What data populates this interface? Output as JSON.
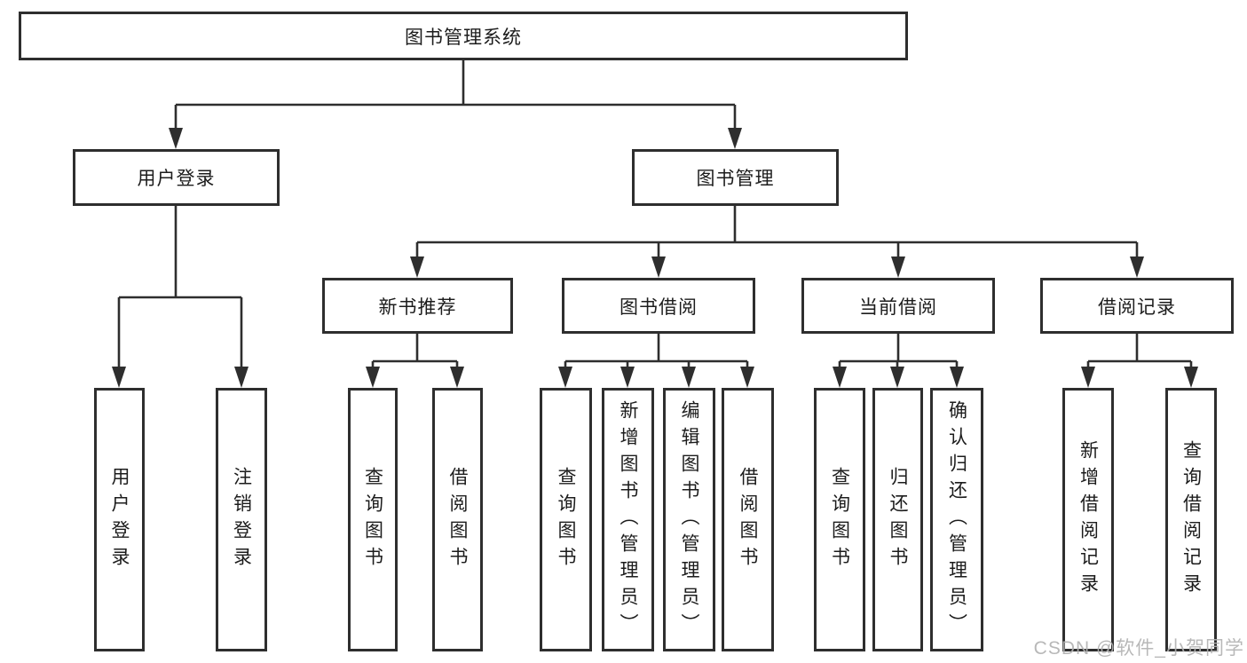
{
  "tree": {
    "root": {
      "label": "图书管理系统",
      "children": [
        {
          "label": "用户登录",
          "children": [
            {
              "label": "用户登录"
            },
            {
              "label": "注销登录"
            }
          ]
        },
        {
          "label": "图书管理",
          "children": [
            {
              "label": "新书推荐",
              "children": [
                {
                  "label": "查询图书"
                },
                {
                  "label": "借阅图书"
                }
              ]
            },
            {
              "label": "图书借阅",
              "children": [
                {
                  "label": "查询图书"
                },
                {
                  "label": "新增图书（管理员）"
                },
                {
                  "label": "编辑图书（管理员）"
                },
                {
                  "label": "借阅图书"
                }
              ]
            },
            {
              "label": "当前借阅",
              "children": [
                {
                  "label": "查询图书"
                },
                {
                  "label": "归还图书"
                },
                {
                  "label": "确认归还（管理员）"
                }
              ]
            },
            {
              "label": "借阅记录",
              "children": [
                {
                  "label": "新增借阅记录"
                },
                {
                  "label": "查询借阅记录"
                }
              ]
            }
          ]
        }
      ]
    }
  },
  "watermark": "CSDN @软件_小贺同学",
  "colors": {
    "background": "#ffffff",
    "line": "#2e2e2e",
    "box_border": "#2e2e2e",
    "text": "#1c1c1c",
    "watermark": "#b2b2b2"
  }
}
